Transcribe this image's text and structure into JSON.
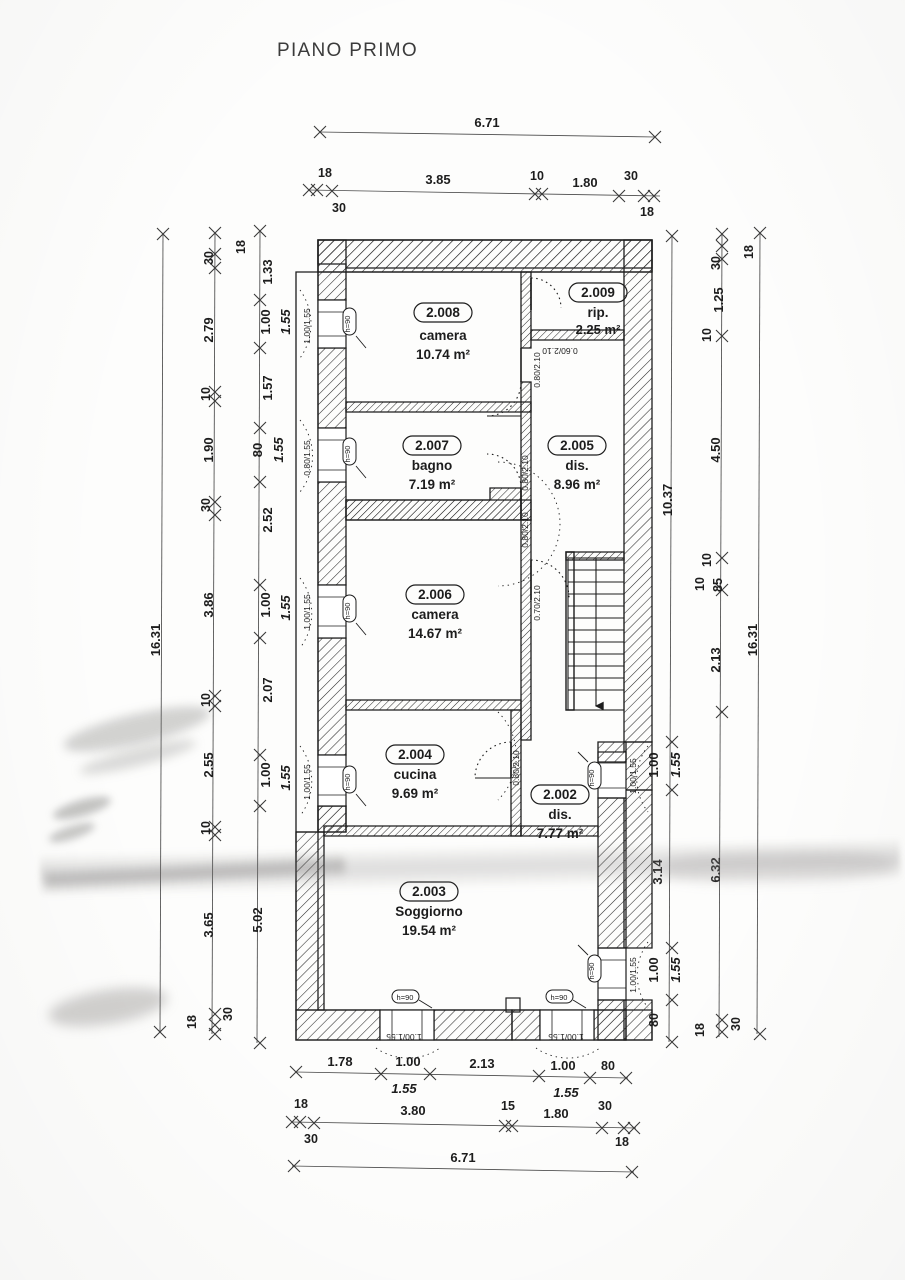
{
  "drawing": {
    "title": "PIANO PRIMO",
    "type": "architectural-floor-plan",
    "units": "m",
    "area_unit": "m²"
  },
  "rooms": [
    {
      "code": "2.008",
      "name": "camera",
      "area": "10.74 m²"
    },
    {
      "code": "2.009",
      "name": "rip.",
      "area": "2.25 m²"
    },
    {
      "code": "2.007",
      "name": "bagno",
      "area": "7.19 m²"
    },
    {
      "code": "2.005",
      "name": "dis.",
      "area": "8.96 m²"
    },
    {
      "code": "2.006",
      "name": "camera",
      "area": "14.67 m²"
    },
    {
      "code": "2.004",
      "name": "cucina",
      "area": "9.69 m²"
    },
    {
      "code": "2.002",
      "name": "dis.",
      "area": "7.77 m²"
    },
    {
      "code": "2.003",
      "name": "Soggiorno",
      "area": "19.54 m²"
    }
  ],
  "openings": {
    "doors": [
      {
        "label": "0.80/2.10"
      },
      {
        "label": "0.60/2.10"
      },
      {
        "label": "0.80/2.10"
      },
      {
        "label": "0.80/2.10"
      },
      {
        "label": "0.70/2.10"
      },
      {
        "label": "0.80/2.10"
      }
    ],
    "windows": [
      {
        "label": "1.00/1.55",
        "tag": "h=90"
      },
      {
        "label": "0.80/1.55",
        "tag": "h=90"
      },
      {
        "label": "1.00/1.55",
        "tag": "h=90"
      },
      {
        "label": "1.00/1.55",
        "tag": "h=90"
      },
      {
        "label": "1.00/1.55",
        "tag": "h=90"
      },
      {
        "label": "1.00/1.55",
        "tag": "h=90"
      },
      {
        "label": "1.00/1.55",
        "tag": "h=90"
      },
      {
        "label": "1.00/1.55",
        "tag": "h=90"
      }
    ],
    "window_tag": "h=90"
  },
  "dimensions": {
    "top": {
      "overall": "6.71",
      "chain": [
        "18",
        "30",
        "3.85",
        "10",
        "1.80",
        "30",
        "18"
      ]
    },
    "bottom": {
      "overall": "6.71",
      "chain_outer": [
        "18",
        "30",
        "3.80",
        "15",
        "1.80",
        "30",
        "18"
      ],
      "chain_inner": [
        "1.78",
        "1.00",
        "2.13",
        "1.00",
        "80"
      ],
      "chain_inner_alt": [
        "1.55",
        "1.55"
      ]
    },
    "left": {
      "overall": "16.31",
      "chain_mid": [
        "30",
        "2.79",
        "10",
        "1.90",
        "30",
        "3.86",
        "10",
        "2.55",
        "10",
        "3.65",
        "18",
        "30"
      ],
      "chain_inner": [
        "18",
        "1.33",
        "1.00",
        "1.57",
        "80",
        "2.52",
        "1.00",
        "2.07",
        "1.00",
        "5.02"
      ],
      "chain_inner_alt": [
        "1.55",
        "1.55",
        "1.55",
        "1.55"
      ]
    },
    "right": {
      "overall": "16.31",
      "upper_total": "10.37",
      "lower_total": "6.32",
      "chain_mid": [
        "30",
        "18",
        "1.25",
        "10",
        "4.50",
        "10",
        "85",
        "10",
        "2.13"
      ],
      "chain_inner": [
        "1.00",
        "1.55",
        "3.14",
        "1.00",
        "1.55",
        "80",
        "18",
        "30"
      ]
    }
  },
  "labels": {
    "d_top_overall": "6.71",
    "d_top_18a": "18",
    "d_top_30a": "30",
    "d_top_385": "3.85",
    "d_top_10": "10",
    "d_top_180": "1.80",
    "d_top_30b": "30",
    "d_top_18b": "18",
    "d_left_1631": "16.31",
    "d_left_30a": "30",
    "d_left_18a": "18",
    "d_left_279": "2.79",
    "d_left_10a": "10",
    "d_left_190": "1.90",
    "d_left_30b": "30",
    "d_left_386": "3.86",
    "d_left_10b": "10",
    "d_left_255": "2.55",
    "d_left_10c": "10",
    "d_left_365": "3.65",
    "d_left_18b": "18",
    "d_left_30c": "30",
    "d_in_133": "1.33",
    "d_in_100a": "1.00",
    "d_in_155a": "1.55",
    "d_in_157": "1.57",
    "d_in_80a": "80",
    "d_in_155b": "1.55",
    "d_in_252": "2.52",
    "d_in_100b": "1.00",
    "d_in_155c": "1.55",
    "d_in_207": "2.07",
    "d_in_100c": "1.00",
    "d_in_155d": "1.55",
    "d_in_502": "5.02",
    "d_right_1037": "10.37",
    "d_right_30a": "30",
    "d_right_18a": "18",
    "d_right_125": "1.25",
    "d_right_10a": "10",
    "d_right_450": "4.50",
    "d_right_10b": "10",
    "d_right_85": "85",
    "d_right_10c": "10",
    "d_right_213": "2.13",
    "d_right_1631": "16.31",
    "d_right_632": "6.32",
    "d_right_100a": "1.00",
    "d_right_155a": "1.55",
    "d_right_314": "3.14",
    "d_right_100b": "1.00",
    "d_right_155b": "1.55",
    "d_right_80": "80",
    "d_right_18b": "18",
    "d_right_30b": "30",
    "d_bot_178": "1.78",
    "d_bot_100a": "1.00",
    "d_bot_155a": "1.55",
    "d_bot_213": "2.13",
    "d_bot_100b": "1.00",
    "d_bot_155b": "1.55",
    "d_bot_80": "80",
    "d_bot_18a": "18",
    "d_bot_30a": "30",
    "d_bot_380": "3.80",
    "d_bot_15": "15",
    "d_bot_180": "1.80",
    "d_bot_30b": "30",
    "d_bot_18b": "18",
    "d_bot_671": "6.71",
    "door_a": "0.80/2.10",
    "door_b": "0.60/2.10",
    "door_c": "0.80/2.10",
    "door_d": "0.80/2.10",
    "door_e": "0.70/2.10",
    "door_f": "0.80/2.10",
    "win_a": "1.00/1.55",
    "win_b": "0.80/1.55",
    "win_c": "1.00/1.55",
    "win_d": "1.00/1.55",
    "win_e": "1.00/1.55",
    "win_f": "1.00/1.55",
    "win_g": "1.00/1.55",
    "win_h": "1.00/1.55",
    "tag_h90": "h=90"
  },
  "colors": {
    "ink": "#1d1d1d",
    "line": "#2a2a2a",
    "dim_line": "#4a4a4a",
    "paper": "#fdfdfc"
  }
}
